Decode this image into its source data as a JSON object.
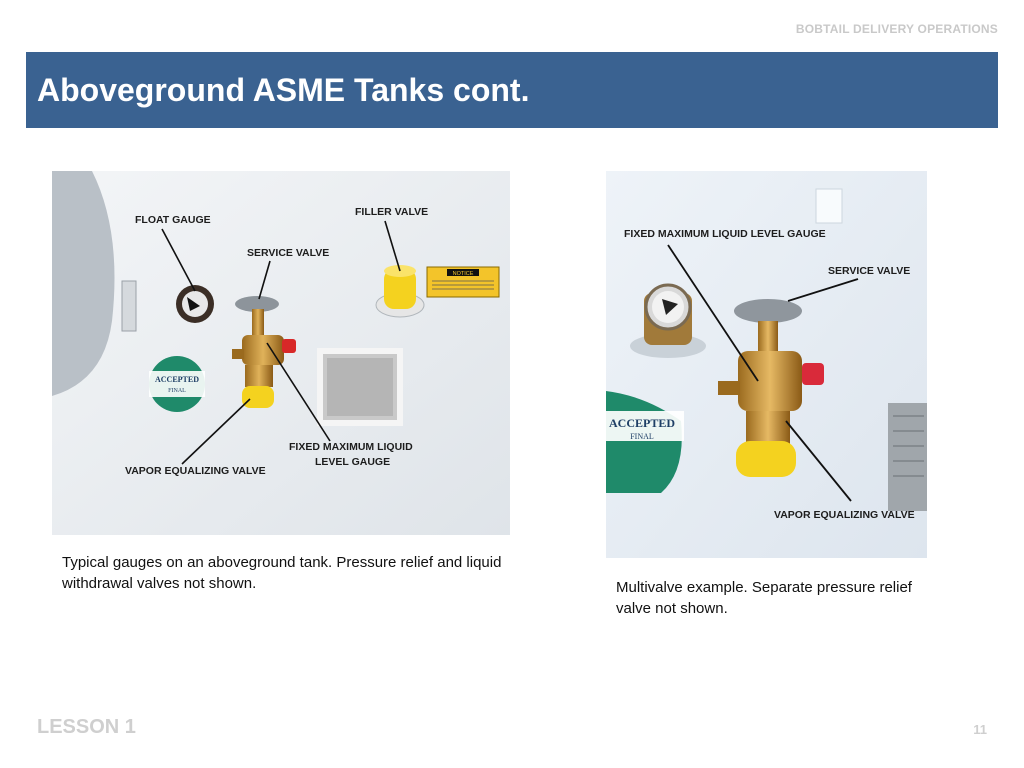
{
  "header": {
    "tag": "BOBTAIL DELIVERY OPERATIONS"
  },
  "slide": {
    "title": "Aboveground ASME Tanks cont."
  },
  "photo_left": {
    "labels": {
      "float_gauge": "FLOAT GAUGE",
      "service_valve": "SERVICE VALVE",
      "filler_valve": "FILLER VALVE",
      "fixed_level_line1": "FIXED MAXIMUM LIQUID",
      "fixed_level_line2": "LEVEL GAUGE",
      "vapor_valve": "VAPOR EQUALIZING VALVE",
      "notice": "NOTICE",
      "sticker_top": "ACCEPTED",
      "sticker_bottom": "FINAL"
    },
    "caption": "Typical gauges on an aboveground tank. Pressure relief and liquid withdrawal valves not shown."
  },
  "photo_right": {
    "labels": {
      "fixed_level": "FIXED MAXIMUM LIQUID LEVEL GAUGE",
      "service_valve": "SERVICE VALVE",
      "vapor_valve": "VAPOR EQUALIZING VALVE",
      "sticker_top": "ACCEPTED",
      "sticker_bottom": "FINAL"
    },
    "caption": "Multivalve example. Separate pressure relief valve not shown."
  },
  "footer": {
    "lesson": "LESSON 1",
    "page": "11"
  }
}
